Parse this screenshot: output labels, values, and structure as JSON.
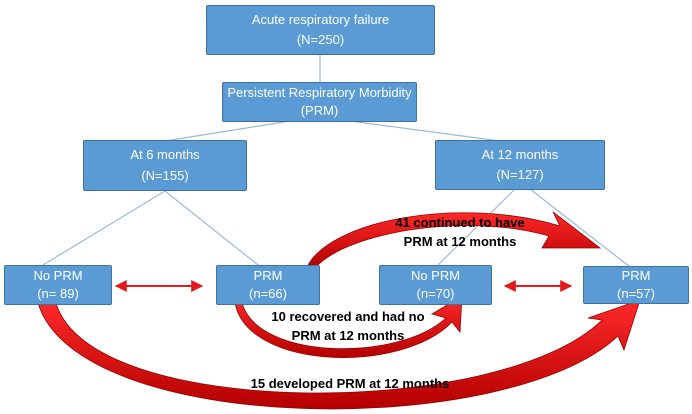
{
  "nodes": {
    "root": {
      "line1": "Acute respiratory failure",
      "line2": "(N=250)"
    },
    "prm_def": {
      "line1": "Persistent Respiratory Morbidity",
      "line2": "(PRM)"
    },
    "six_months": {
      "line1": "At 6 months",
      "line2": "(N=155)"
    },
    "twelve_months": {
      "line1": "At 12 months",
      "line2": "(N=127)"
    },
    "no_prm_6": {
      "line1": "No PRM",
      "line2": "(n= 89)"
    },
    "prm_6": {
      "line1": "PRM",
      "line2": "(n=66)"
    },
    "no_prm_12": {
      "line1": "No PRM",
      "line2": "(n=70)"
    },
    "prm_12": {
      "line1": "PRM",
      "line2": "(n=57)"
    }
  },
  "annotations": {
    "continued": {
      "line1": "41 continued to have",
      "line2": "PRM at 12 months"
    },
    "recovered": {
      "line1": "10 recovered and had no",
      "line2": "PRM at 12 months"
    },
    "developed": "15 developed PRM at 12 months"
  },
  "colors": {
    "box_fill": "#5b9bd5",
    "box_border": "#41719c",
    "arrow_red": "#e31a1c",
    "connector": "#9dbad6"
  }
}
